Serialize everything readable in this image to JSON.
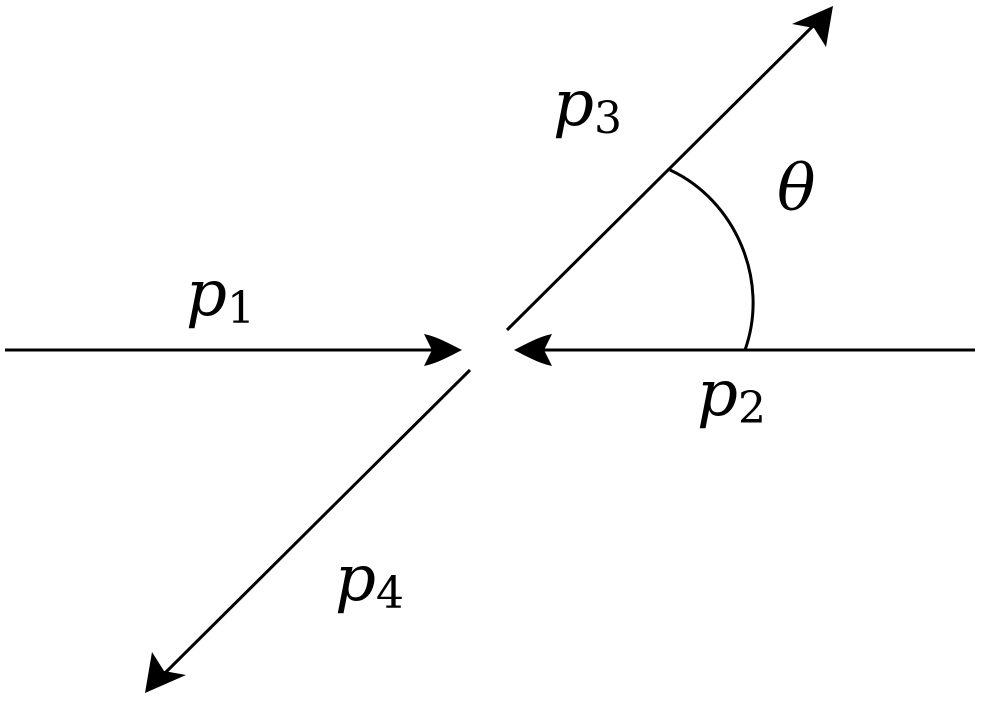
{
  "diagram": {
    "labels": {
      "p1": {
        "base": "p",
        "sub": "1"
      },
      "p2": {
        "base": "p",
        "sub": "2"
      },
      "p3": {
        "base": "p",
        "sub": "3"
      },
      "p4": {
        "base": "p",
        "sub": "4"
      },
      "angle": "θ"
    },
    "colors": {
      "stroke": "#000000",
      "background": "#ffffff"
    }
  }
}
